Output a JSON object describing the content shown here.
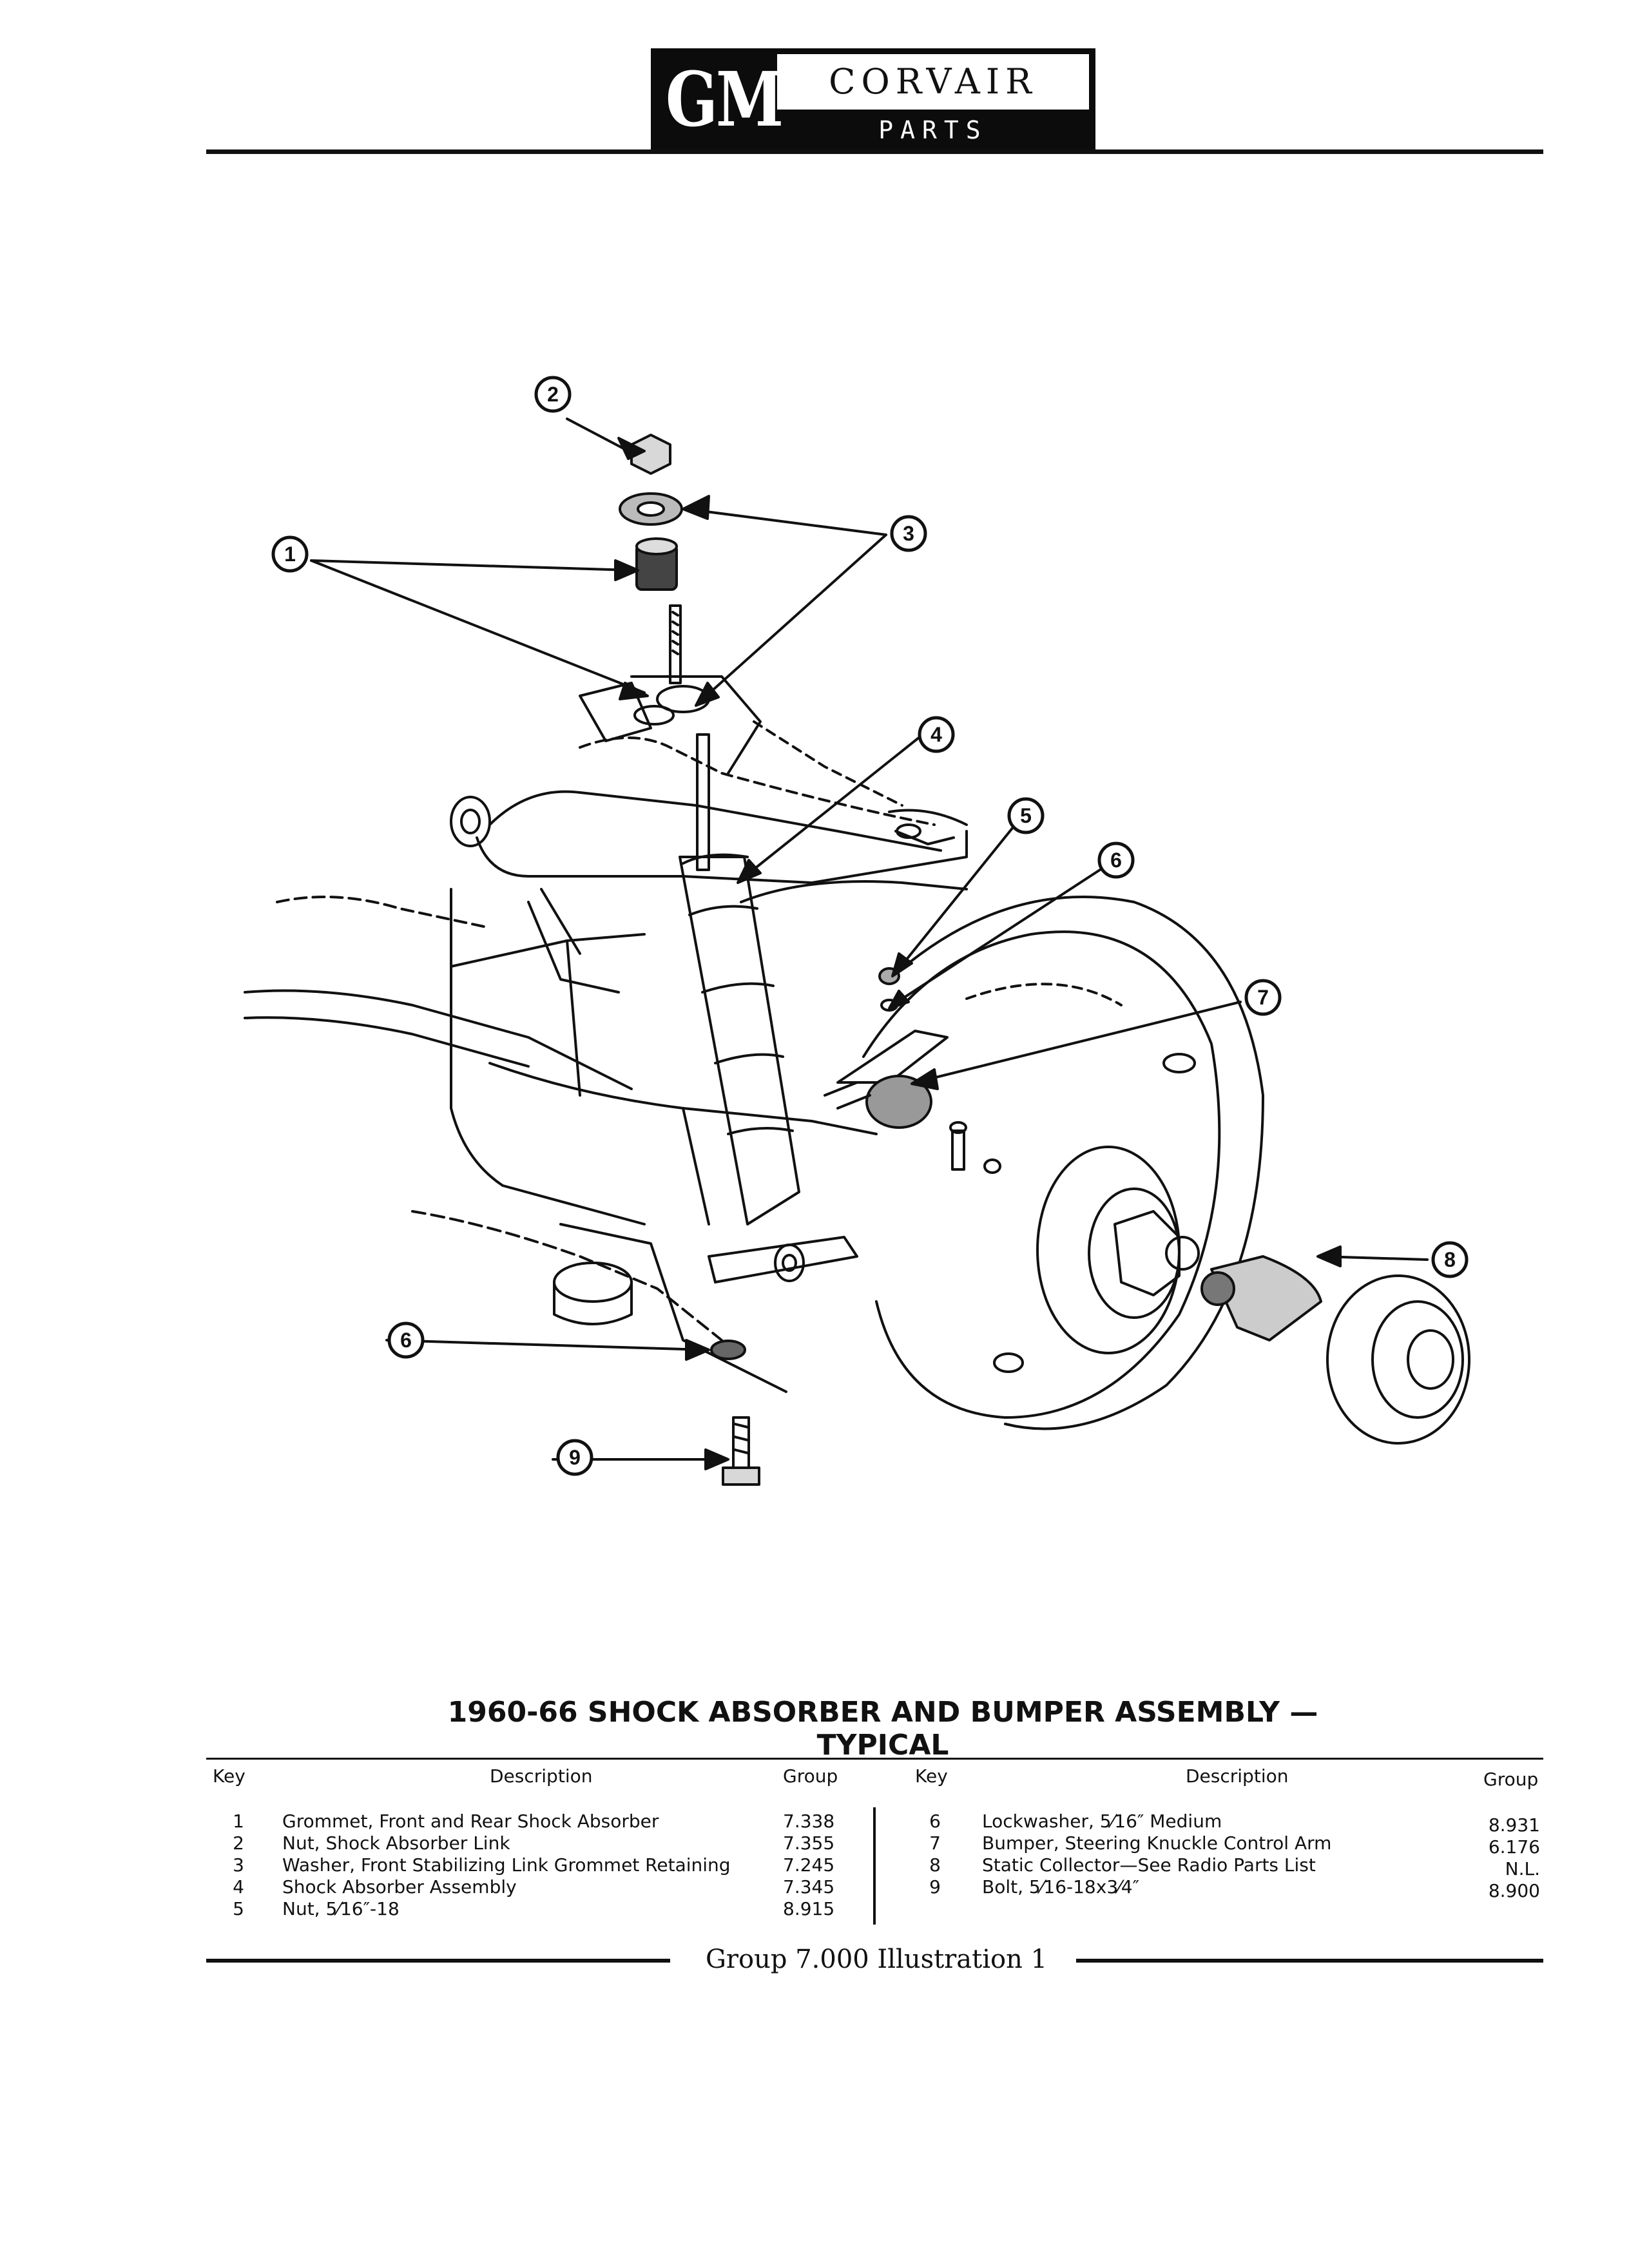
{
  "header": {
    "logo_text": "GM",
    "brand": "CORVAIR",
    "subtitle": "PARTS CATALOGUE"
  },
  "callouts": [
    "1",
    "2",
    "3",
    "4",
    "5",
    "6",
    "7",
    "8",
    "6",
    "9"
  ],
  "title": "1960-66 SHOCK ABSORBER AND BUMPER ASSEMBLY — TYPICAL",
  "table": {
    "headers": {
      "key": "Key",
      "description": "Description",
      "group": "Group"
    },
    "left": [
      {
        "key": "1",
        "description": "Grommet, Front and Rear Shock Absorber",
        "group": "7.338"
      },
      {
        "key": "2",
        "description": "Nut, Shock Absorber Link",
        "group": "7.355"
      },
      {
        "key": "3",
        "description": "Washer, Front Stabilizing Link Grommet Retaining",
        "group": "7.245"
      },
      {
        "key": "4",
        "description": "Shock Absorber Assembly",
        "group": "7.345"
      },
      {
        "key": "5",
        "description": "Nut, 5⁄16″-18",
        "group": "8.915"
      }
    ],
    "right": [
      {
        "key": "6",
        "description": "Lockwasher, 5⁄16″ Medium",
        "group": "8.931"
      },
      {
        "key": "7",
        "description": "Bumper, Steering Knuckle Control Arm",
        "group": "6.176"
      },
      {
        "key": "8",
        "description": "Static Collector—See Radio Parts List",
        "group": "N.L."
      },
      {
        "key": "9",
        "description": "Bolt, 5⁄16-18x3⁄4″",
        "group": "8.900"
      }
    ]
  },
  "footer": "Group 7.000 Illustration 1"
}
